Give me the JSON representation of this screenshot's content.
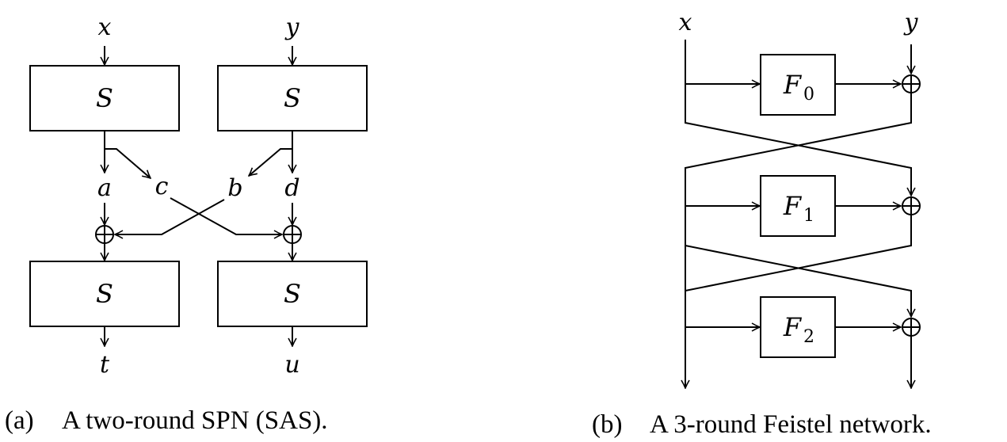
{
  "spn": {
    "inputs": {
      "x": "x",
      "y": "y"
    },
    "sbox_label": "S",
    "mid_labels": {
      "a": "a",
      "c": "c",
      "b": "b",
      "d": "d"
    },
    "outputs": {
      "t": "t",
      "u": "u"
    },
    "caption": {
      "tag": "(a)",
      "text": "A two-round SPN (SAS)."
    }
  },
  "feistel": {
    "inputs": {
      "x": "x",
      "y": "y"
    },
    "round_function": "F",
    "rounds": [
      "0",
      "1",
      "2"
    ],
    "caption": {
      "tag": "(b)",
      "text": "A 3-round Feistel network."
    }
  }
}
